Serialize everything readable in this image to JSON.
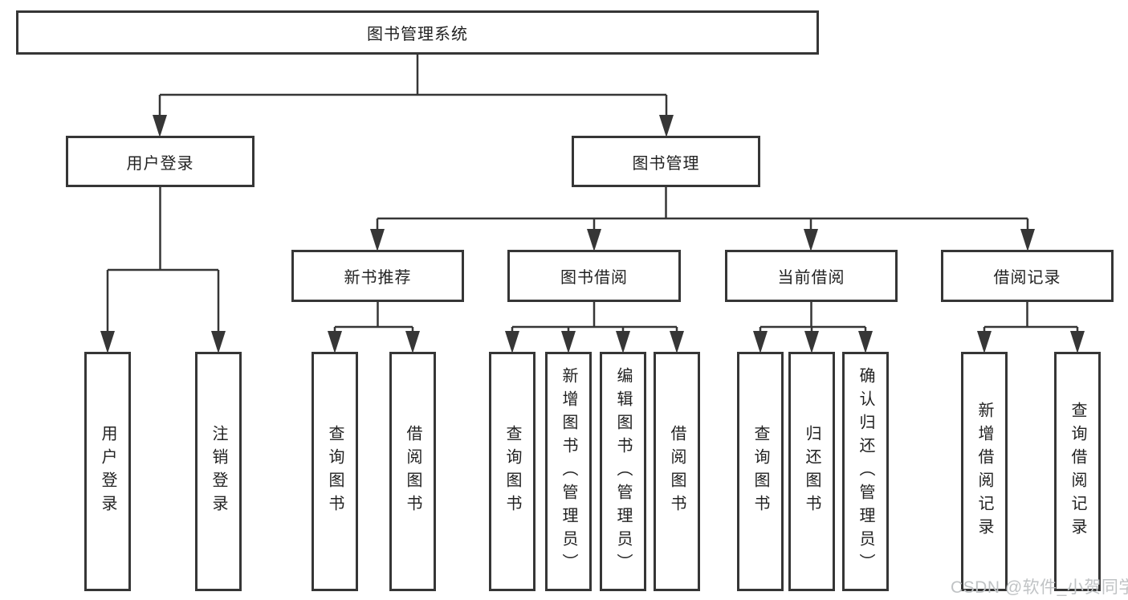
{
  "diagram_title": "图书管理系统",
  "watermark": "CSDN @软件_小贺同学",
  "colors": {
    "line": "#363636",
    "box_border": "#363636",
    "box_background": "#ffffff",
    "text": "#222222",
    "watermark": "#c0c3c5",
    "background": "#ffffff"
  },
  "nodes": {
    "root": "图书管理系统",
    "level2": [
      "用户登录",
      "图书管理"
    ],
    "level3": [
      "新书推荐",
      "图书借阅",
      "当前借阅",
      "借阅记录"
    ],
    "leaves": {
      "user_login": [
        "用户登录",
        "注销登录"
      ],
      "new_book": [
        "查询图书",
        "借阅图书"
      ],
      "book_borrow": [
        "查询图书",
        "新增图书（管理员）",
        "编辑图书（管理员）",
        "借阅图书"
      ],
      "current_borrow": [
        "查询图书",
        "归还图书",
        "确认归还（管理员）"
      ],
      "borrow_record": [
        "新增借阅记录",
        "查询借阅记录"
      ]
    }
  }
}
